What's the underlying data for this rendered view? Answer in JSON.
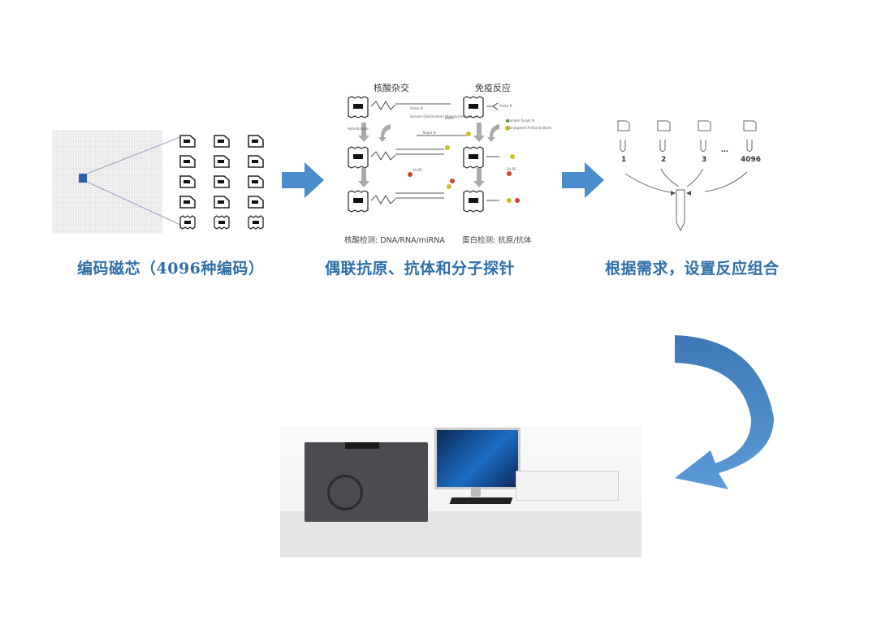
{
  "colors": {
    "accent": "#2e6fa8",
    "arrow": "#4a8ccc",
    "grid_bg": "#e8e8e8",
    "chip_marker": "#2f5faa"
  },
  "steps": [
    {
      "caption": "编码磁芯（4096种编码）",
      "panel": "encoded-magnetic-core-grid",
      "chip_rows": 5,
      "chip_cols": 3
    },
    {
      "caption": "偶联抗原、抗体和分子探针",
      "panel": "coupling-diagram",
      "left_title": "核酸杂交",
      "right_title": "免疫反应",
      "left_footer": "核酸检测: DNA/RNA/miRNA",
      "right_footer": "蛋白检测:  抗原/抗体",
      "labels": {
        "probe": "Probe N",
        "sample_oligo": "Sample (Biotinylated Oligonucleotide)",
        "target": "Target N",
        "hybridization": "Hybridization",
        "biotin": "Biotin",
        "sape": "SA-PE",
        "sample_target": "Sample Target N",
        "conjugated": "Conjugated Antibody-Biotin"
      }
    },
    {
      "caption": "根据需求，设置反应组合",
      "panel": "reaction-combination",
      "tube_labels": [
        "1",
        "2",
        "3",
        "4096"
      ],
      "ellipsis": "…"
    }
  ],
  "instrument": {
    "description": "detection-instrument-with-computer"
  }
}
